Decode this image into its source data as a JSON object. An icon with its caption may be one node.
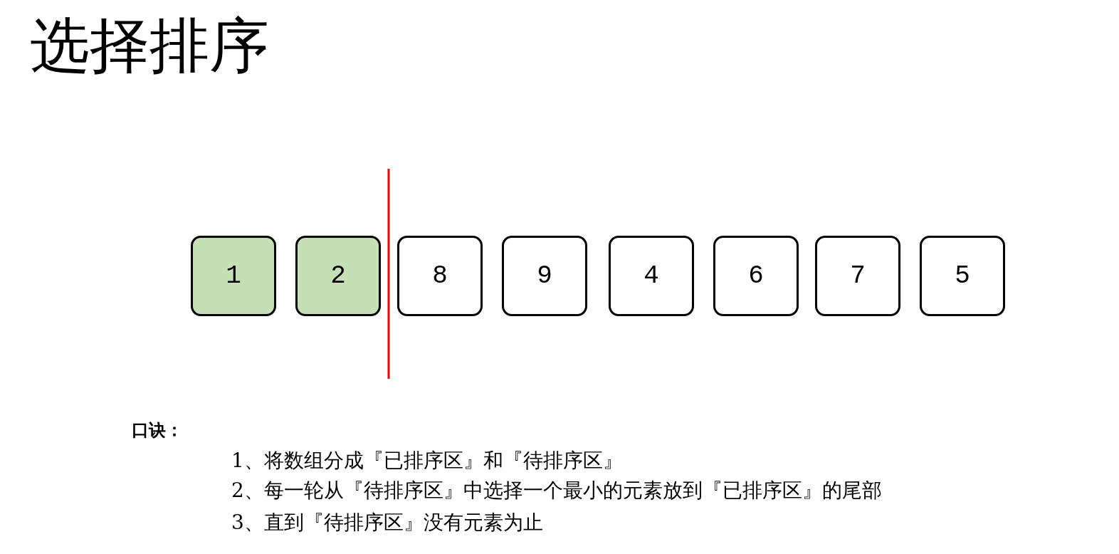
{
  "diagram": {
    "title": "选择排序",
    "nodes": [
      {
        "text": [
          "1"
        ]
      },
      {
        "text": [
          "2"
        ]
      },
      {
        "text": [
          "8"
        ]
      },
      {
        "text": [
          "9"
        ]
      },
      {
        "text": [
          "4"
        ]
      },
      {
        "text": [
          "6"
        ]
      },
      {
        "text": [
          "7"
        ]
      },
      {
        "text": [
          "5"
        ]
      }
    ],
    "edges": [],
    "labels": [
      "口诀：",
      "1、将数组分成『已排序区』和『待排序区』",
      "2、每一轮从『待排序区』中选择一个最小的元素放到『已排序区』的尾部",
      "3、直到『待排序区』没有元素为止"
    ]
  }
}
